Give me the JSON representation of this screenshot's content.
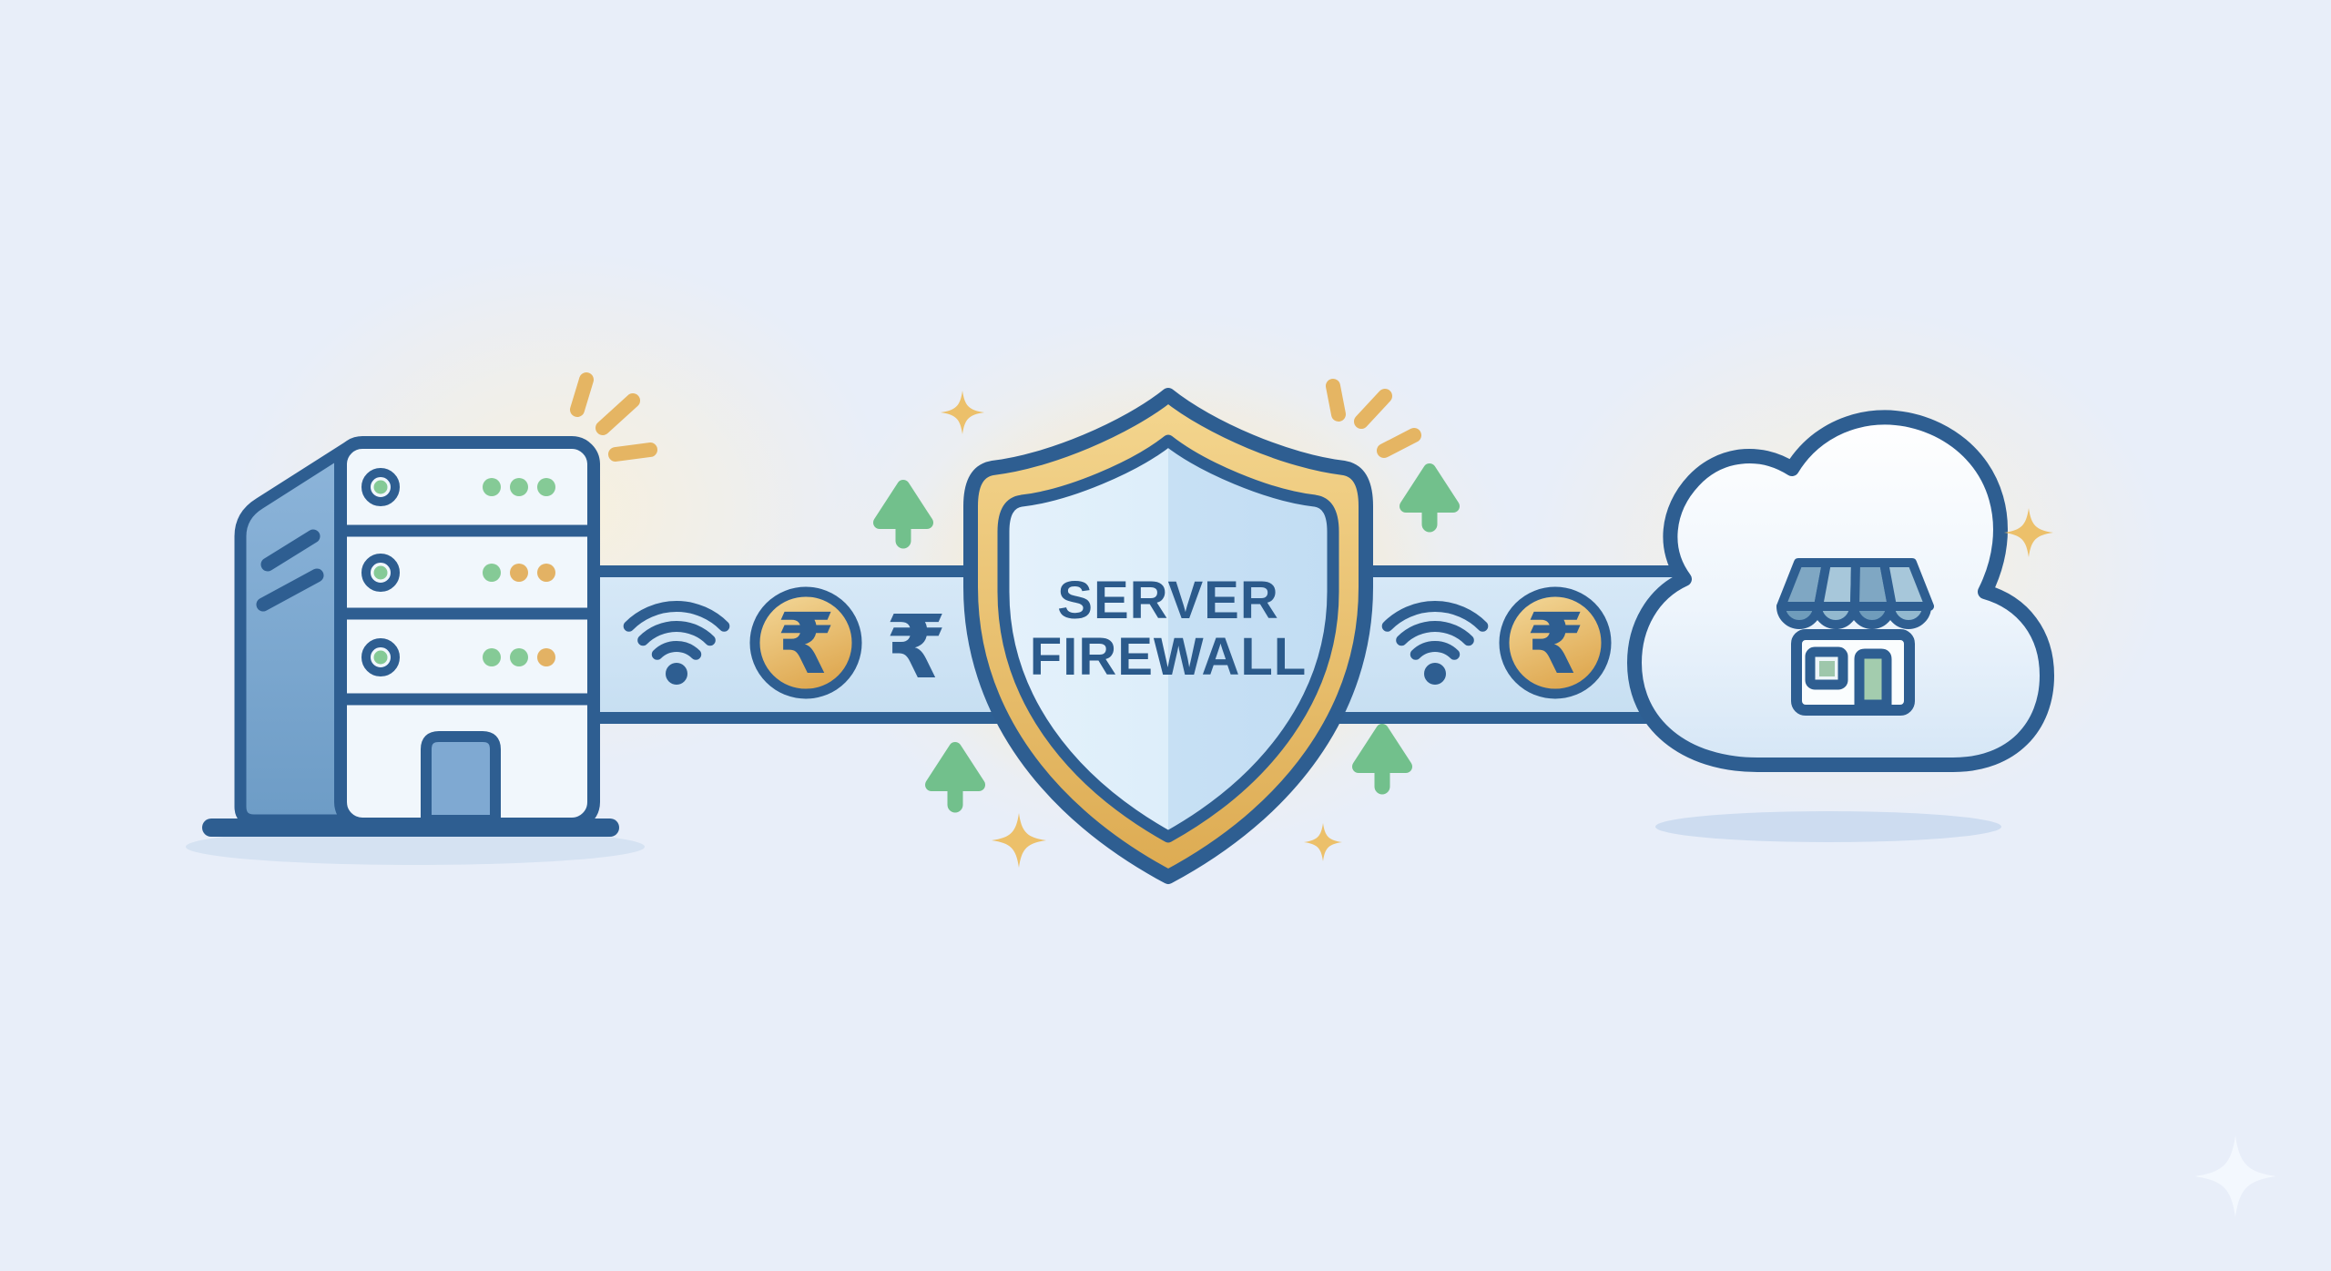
{
  "scene": {
    "background": "#e8eef9",
    "glow": "#faeccb",
    "outline": "#2e5e91",
    "gold": "#e5b563",
    "green": "#72c08c",
    "shadow": "#d5e2f2"
  },
  "shield": {
    "label_line1": "SERVER",
    "label_line2": "FIREWALL",
    "text_color": "#2b5a8b",
    "band_gold_top": "#f4d68f",
    "band_gold_bottom": "#ddab52",
    "fill_left": "#e4f1fb",
    "fill_right": "#c7e0f4"
  },
  "server": {
    "icon": "server-rack-icon",
    "face_color": "#f1f7fc",
    "side_top": "#8db5da",
    "side_bottom": "#6d9cc6",
    "door_color": "#7fa9d2",
    "led_green": "#85ca96",
    "led_yellow": "#e3b264",
    "bays": [
      {
        "indicator": "green",
        "dots": [
          "green",
          "green",
          "green"
        ]
      },
      {
        "indicator": "green",
        "dots": [
          "green",
          "yellow",
          "yellow"
        ]
      },
      {
        "indicator": "green",
        "dots": [
          "green",
          "green",
          "yellow"
        ]
      }
    ]
  },
  "links": {
    "band_fill_top": "#d6e8f7",
    "band_fill_bottom": "#c7dff2",
    "band_border": "#2e6094",
    "rupee_symbol": "₹",
    "coin_gold_top": "#f4da9c",
    "coin_gold_bottom": "#dfa952",
    "left_band_icons": [
      "wifi-icon",
      "rupee-coin-icon",
      "rupee-symbol"
    ],
    "right_band_icons": [
      "wifi-icon",
      "rupee-coin-icon"
    ]
  },
  "cloud": {
    "icon": "cloud-store-icon",
    "fill_top": "#ffffff",
    "fill_bottom": "#d5e6f6",
    "store": {
      "awning_dark": "#7fa7c3",
      "awning_light": "#a7c7da",
      "scallop_dark": "#6f9cbb",
      "scallop_light": "#93b9cf",
      "body_color": "#fafdfe",
      "window_green": "#9ec7ab",
      "door_green": "#a3ccae"
    }
  }
}
